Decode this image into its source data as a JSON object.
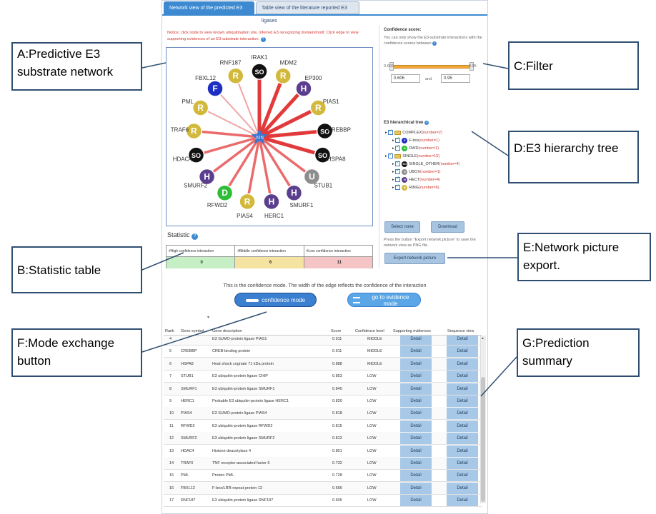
{
  "tabs": [
    "Network view of the predicted E3 ligases",
    "Table view of the literature reported E3 ligases"
  ],
  "notice": "Notice: click node to view known ubiquitination site, inferred E3 recognizing domain/motif. Click edge to view supporting evidences of an E3-substrate interaction.",
  "network": {
    "center": "JUN",
    "nodes": [
      {
        "label": "IRAK1",
        "letter": "SO",
        "color": "#111111"
      },
      {
        "label": "MDM2",
        "letter": "R",
        "color": "#d2b93b"
      },
      {
        "label": "EP300",
        "letter": "H",
        "color": "#5b3f8e"
      },
      {
        "label": "PIAS1",
        "letter": "R",
        "color": "#d2b93b"
      },
      {
        "label": "CREBBP",
        "letter": "SO",
        "color": "#111111"
      },
      {
        "label": "HSPA8",
        "letter": "SO",
        "color": "#111111"
      },
      {
        "label": "STUB1",
        "letter": "U",
        "color": "#8e8e8e"
      },
      {
        "label": "SMURF1",
        "letter": "H",
        "color": "#5b3f8e"
      },
      {
        "label": "HERC1",
        "letter": "H",
        "color": "#5b3f8e"
      },
      {
        "label": "PIAS4",
        "letter": "R",
        "color": "#d2b93b"
      },
      {
        "label": "RFWD2",
        "letter": "D",
        "color": "#2dbd36"
      },
      {
        "label": "SMURF2",
        "letter": "H",
        "color": "#5b3f8e"
      },
      {
        "label": "HDAC4",
        "letter": "SO",
        "color": "#111111"
      },
      {
        "label": "TRAF6",
        "letter": "R",
        "color": "#d2b93b"
      },
      {
        "label": "PML",
        "letter": "R",
        "color": "#d2b93b"
      },
      {
        "label": "FBXL12",
        "letter": "F",
        "color": "#1d2fc2"
      },
      {
        "label": "RNF187",
        "letter": "R",
        "color": "#d2b93b"
      }
    ]
  },
  "filter": {
    "title": "Confidence score:",
    "desc": "You can only show the E3-substrate interactions with the confidence scores between",
    "min_label": "0.606",
    "max_label": "0.95",
    "min_value": "0.606",
    "max_value": "0.95",
    "and": "and"
  },
  "tree": {
    "title": "E3 hierarchical tree",
    "items": [
      {
        "icon": "folder",
        "name": "COMPLEX",
        "count": "(number=2)"
      },
      {
        "icon": "F",
        "name": "F-box",
        "count": "(number=1)"
      },
      {
        "icon": "D",
        "name": "DWD",
        "count": "(number=1)"
      },
      {
        "icon": "folder",
        "name": "SINGLE",
        "count": "(number=15)"
      },
      {
        "icon": "SO",
        "name": "SINGLE_OTHER",
        "count": "(number=4)"
      },
      {
        "icon": "U",
        "name": "UBOX",
        "count": "(number=1)"
      },
      {
        "icon": "H",
        "name": "HECT",
        "count": "(number=4)"
      },
      {
        "icon": "R",
        "name": "RING",
        "count": "(number=6)"
      }
    ],
    "select_none": "Select none",
    "download": "Download",
    "export_note": "Press the button \"Export network picture\" to save the network view as PNG file.",
    "export_button": "Export network picture"
  },
  "statistic": {
    "title": "Statistic",
    "headers": [
      "#High confidence interaction",
      "#Middle confidence interaction",
      "#Low confidence interaction"
    ],
    "values": [
      "0",
      "6",
      "11"
    ],
    "colors": [
      "#c6efc6",
      "#f5e3a2",
      "#f5c4c4"
    ]
  },
  "mode": {
    "note": "This is the confidence mode. The width of the edge reflects the confidence of the interaction",
    "confidence_btn": "confidence mode",
    "evidence_btn": "go to evidence mode"
  },
  "table": {
    "headers": [
      "Rank",
      "Gene symbol",
      "Gene description",
      "Score",
      "Confidence level",
      "Supporting evidences",
      "Sequence view"
    ],
    "detail_label": "Detail",
    "rows": [
      [
        "4",
        "",
        "E3 SUMO-protein ligase PIAS1",
        "0.911",
        "MIDDLE"
      ],
      [
        "5",
        "CREBBP",
        "CREB-binding protein",
        "0.911",
        "MIDDLE"
      ],
      [
        "6",
        "HSPA8",
        "Heat shock cognate 71 kDa protein",
        "0.888",
        "MIDDLE"
      ],
      [
        "7",
        "STUB1",
        "E3 ubiquitin-protein ligase CHIP",
        "0.853",
        "LOW"
      ],
      [
        "8",
        "SMURF1",
        "E3 ubiquitin-protein ligase SMURF1",
        "0.840",
        "LOW"
      ],
      [
        "9",
        "HERC1",
        "Probable E3 ubiquitin-protein ligase HERC1",
        "0.820",
        "LOW"
      ],
      [
        "10",
        "PIAS4",
        "E3 SUMO-protein ligase PIAS4",
        "0.818",
        "LOW"
      ],
      [
        "11",
        "RFWD2",
        "E3 ubiquitin-protein ligase RFWD2",
        "0.815",
        "LOW"
      ],
      [
        "12",
        "SMURF2",
        "E3 ubiquitin-protein ligase SMURF2",
        "0.812",
        "LOW"
      ],
      [
        "13",
        "HDAC4",
        "Histone deacetylase 4",
        "0.801",
        "LOW"
      ],
      [
        "14",
        "TRAF6",
        "TNF receptor-associated factor 6",
        "0.732",
        "LOW"
      ],
      [
        "15",
        "PML",
        "Protein PML",
        "0.728",
        "LOW"
      ],
      [
        "16",
        "FBXL12",
        "F-box/LRR-repeat protein 12",
        "0.666",
        "LOW"
      ],
      [
        "17",
        "RNF187",
        "E3 ubiquitin-protein ligase RNF187",
        "0.606",
        "LOW"
      ]
    ]
  },
  "callouts": {
    "a": "A:Predictive E3 substrate network",
    "b": "B:Statistic table",
    "c": "C:Filter",
    "d": "D:E3 hierarchy tree",
    "e": "E:Network picture export.",
    "f": "F:Mode exchange button",
    "g": "G:Prediction summary"
  }
}
